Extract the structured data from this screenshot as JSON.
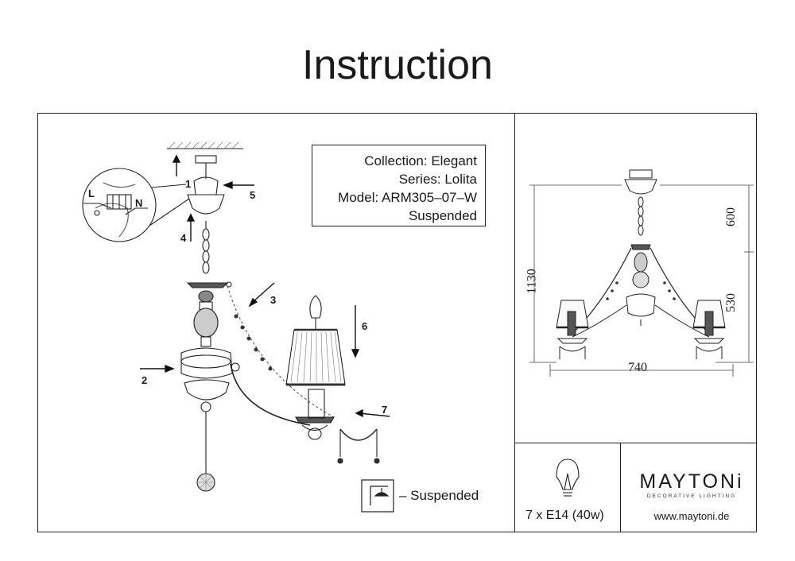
{
  "title": "Instruction",
  "info": {
    "collection": "Collection: Elegant",
    "series": "Series: Lolita",
    "model": "Model: ARM305–07–W",
    "type": "Suspended"
  },
  "legend": {
    "label": "– Suspended"
  },
  "steps": {
    "s1": "1",
    "s2": "2",
    "s3": "3",
    "s4": "4",
    "s5": "5",
    "s6": "6",
    "s7": "7"
  },
  "wiring": {
    "l": "L",
    "n": "N"
  },
  "dimensions": {
    "height_total": "1130",
    "height_top": "600",
    "height_bottom": "530",
    "width": "740"
  },
  "bulb": {
    "spec": "7 x E14 (40w)"
  },
  "brand": {
    "name": "MAYTONi",
    "tagline": "DECORATIVE LIGHTING",
    "website": "www.maytoni.de"
  }
}
